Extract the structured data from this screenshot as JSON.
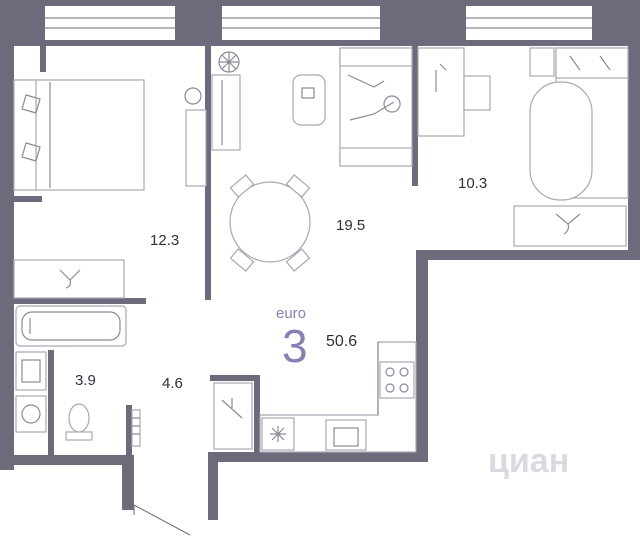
{
  "plan": {
    "type_label": "euro",
    "rooms_count": "3",
    "total_area": "50.6",
    "watermark": "циан"
  },
  "rooms": [
    {
      "id": "bedroom_left",
      "area": "12.3"
    },
    {
      "id": "living_kitchen",
      "area": "19.5"
    },
    {
      "id": "bedroom_right",
      "area": "10.3"
    },
    {
      "id": "bathroom",
      "area": "3.9"
    },
    {
      "id": "hallway",
      "area": "4.6"
    }
  ],
  "colors": {
    "wall": "#6b6b7b",
    "accent": "#8a7fb3",
    "furniture": "#a8a8b4"
  }
}
